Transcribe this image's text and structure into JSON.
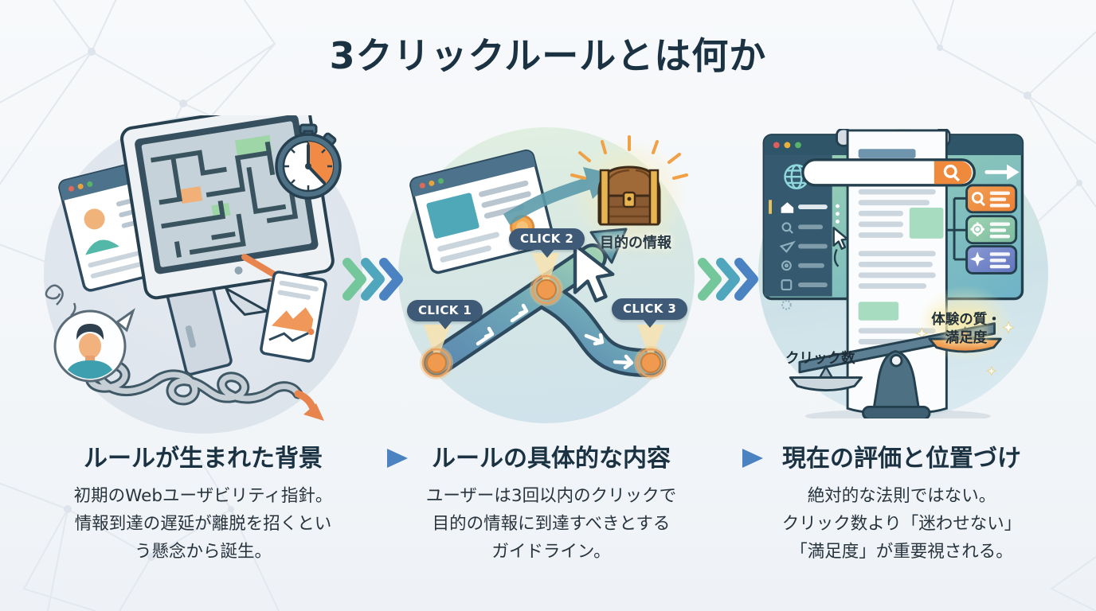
{
  "title": "3クリックルールとは何か",
  "sections": [
    {
      "heading": "ルールが生まれた背景",
      "body_lines": [
        "初期のWebユーザビリティ指針。",
        "情報到達の遅延が離脱を招くとい",
        "う懸念から誕生。"
      ]
    },
    {
      "heading": "ルールの具体的な内容",
      "body_lines": [
        "ユーザーは3回以内のクリックで",
        "目的の情報に到達すべきとする",
        "ガイドライン。"
      ]
    },
    {
      "heading": "現在の評価と位置づけ",
      "body_lines": [
        "絶対的な法則ではない。",
        "クリック数より「迷わせない」",
        "「満足度」が重要視される。"
      ]
    }
  ],
  "diagram_labels": {
    "click1": "CLICK 1",
    "click2": "CLICK 2",
    "click3": "CLICK 3",
    "goal_info": "目的の情報",
    "scale_left": "クリック数",
    "scale_right_line1": "体験の質・",
    "scale_right_line2": "満足度"
  },
  "icons": {
    "left": [
      "browser-window-icon",
      "profile-card-icon",
      "monitor-maze-icon",
      "stopwatch-icon",
      "analytics-page-icon",
      "user-avatar-icon",
      "tangled-path-icon",
      "confusion-squiggle-icon"
    ],
    "middle": [
      "ribbon-browser-icon",
      "curved-arrow-icon",
      "treasure-chest-icon",
      "click-route-icon",
      "cursor-arrow-icon"
    ],
    "right": [
      "browser-sidebar-icon",
      "globe-icon",
      "search-bar-icon",
      "search-icon",
      "forward-arrow-icon",
      "scroll-page-icon",
      "mini-cursor-icon",
      "result-card-icons",
      "gear-icon",
      "sparkle-icon",
      "balance-scale-icon"
    ],
    "separators": [
      "triple-chevron-icon",
      "gradient-arrow-icon"
    ]
  },
  "colors": {
    "title_text": "#1b3242",
    "body_text": "#27343d",
    "badge_bg": "#3e5a76",
    "accent_green": "#74c69b",
    "accent_teal": "#4fa6bd",
    "accent_blue": "#4b82c2",
    "accent_orange": "#ef8a3c",
    "path_outline": "#2e4a5e"
  }
}
